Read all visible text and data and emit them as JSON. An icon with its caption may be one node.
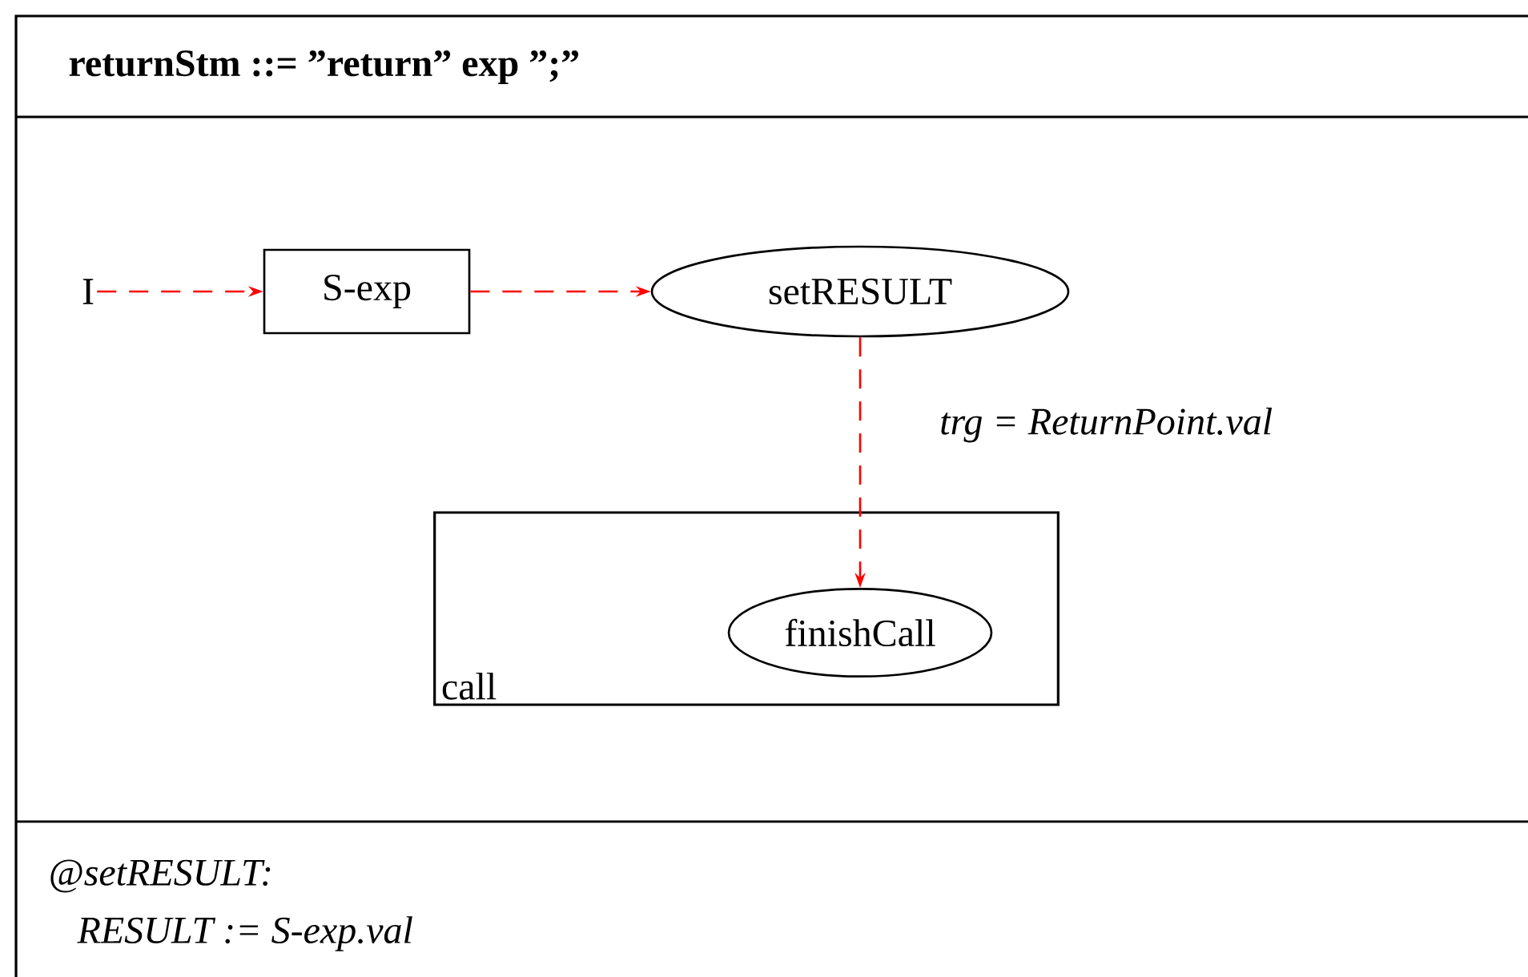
{
  "diagram": {
    "title": "returnStm    ::=    ”return” exp ”;”",
    "nodes": [
      {
        "text": [
          "I"
        ]
      },
      {
        "text": [
          "S-exp"
        ]
      },
      {
        "text": [
          "setRESULT"
        ]
      },
      {
        "text": [
          "call"
        ]
      },
      {
        "text": [
          "finishCall"
        ],
        "in": 3
      }
    ],
    "edges": [
      {
        "from": 0,
        "to": 1,
        "arrow": "to",
        "style": "dashed",
        "color": "#ff0000"
      },
      {
        "from": 1,
        "to": 2,
        "arrow": "to",
        "style": "dashed",
        "color": "#ff0000"
      },
      {
        "from": 2,
        "to": 4,
        "arrow": "to",
        "label": "trg = ReturnPoint.val",
        "style": "dashed",
        "color": "#ff0000"
      }
    ],
    "labels": [
      "@setRESULT:",
      "RESULT := S-exp.val"
    ]
  }
}
